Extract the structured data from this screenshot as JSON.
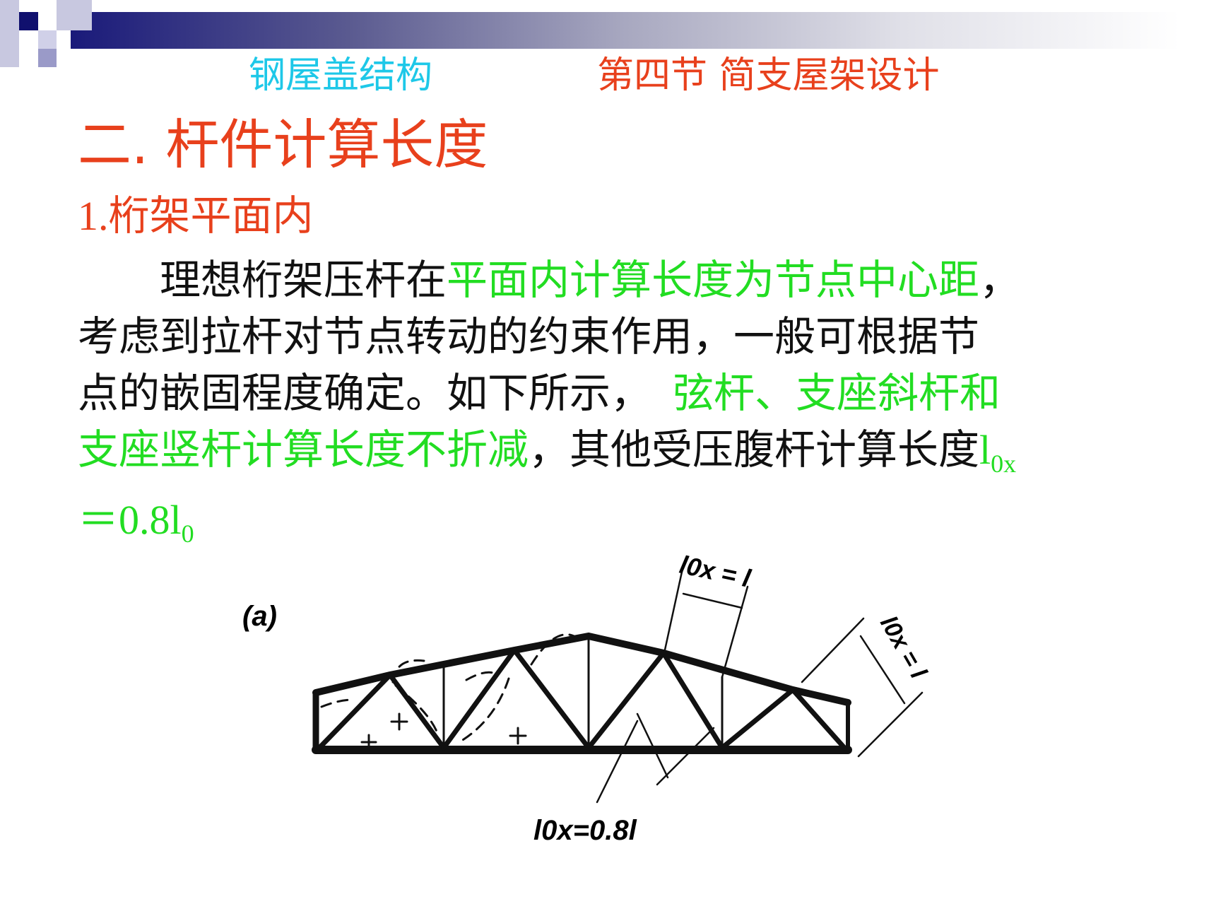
{
  "header": {
    "course": "钢屋盖结构",
    "section": "第四节  简支屋架设计",
    "course_color": "#1ec8e8",
    "section_color": "#e8401c"
  },
  "heading": "二. 杆件计算长度",
  "subheading": "1.桁架平面内",
  "body": {
    "p1_black": "理想桁架压杆在",
    "p1_green": "平面内计算长度为节点中心距",
    "p1_end": "，",
    "p2": "考虑到拉杆对节点转动的约束作用，一般可根据节",
    "p3_black": "点的嵌固程度确定。如下所示，",
    "p3_green": "弦杆、支座斜杆和",
    "p4_green": "支座竖杆计算长度不折减",
    "p4_black": "，其他受压腹杆计算长度",
    "p4_sym": "l",
    "p4_sub": "0x",
    "p5_eq": "＝0.8l",
    "p5_sub": "0",
    "accent_green": "#22dd22"
  },
  "figure": {
    "label": "(a)",
    "top_label": "l0x = l",
    "right_label": "l0x = l",
    "bottom_label": "l0x=0.8l",
    "plus": "+"
  }
}
